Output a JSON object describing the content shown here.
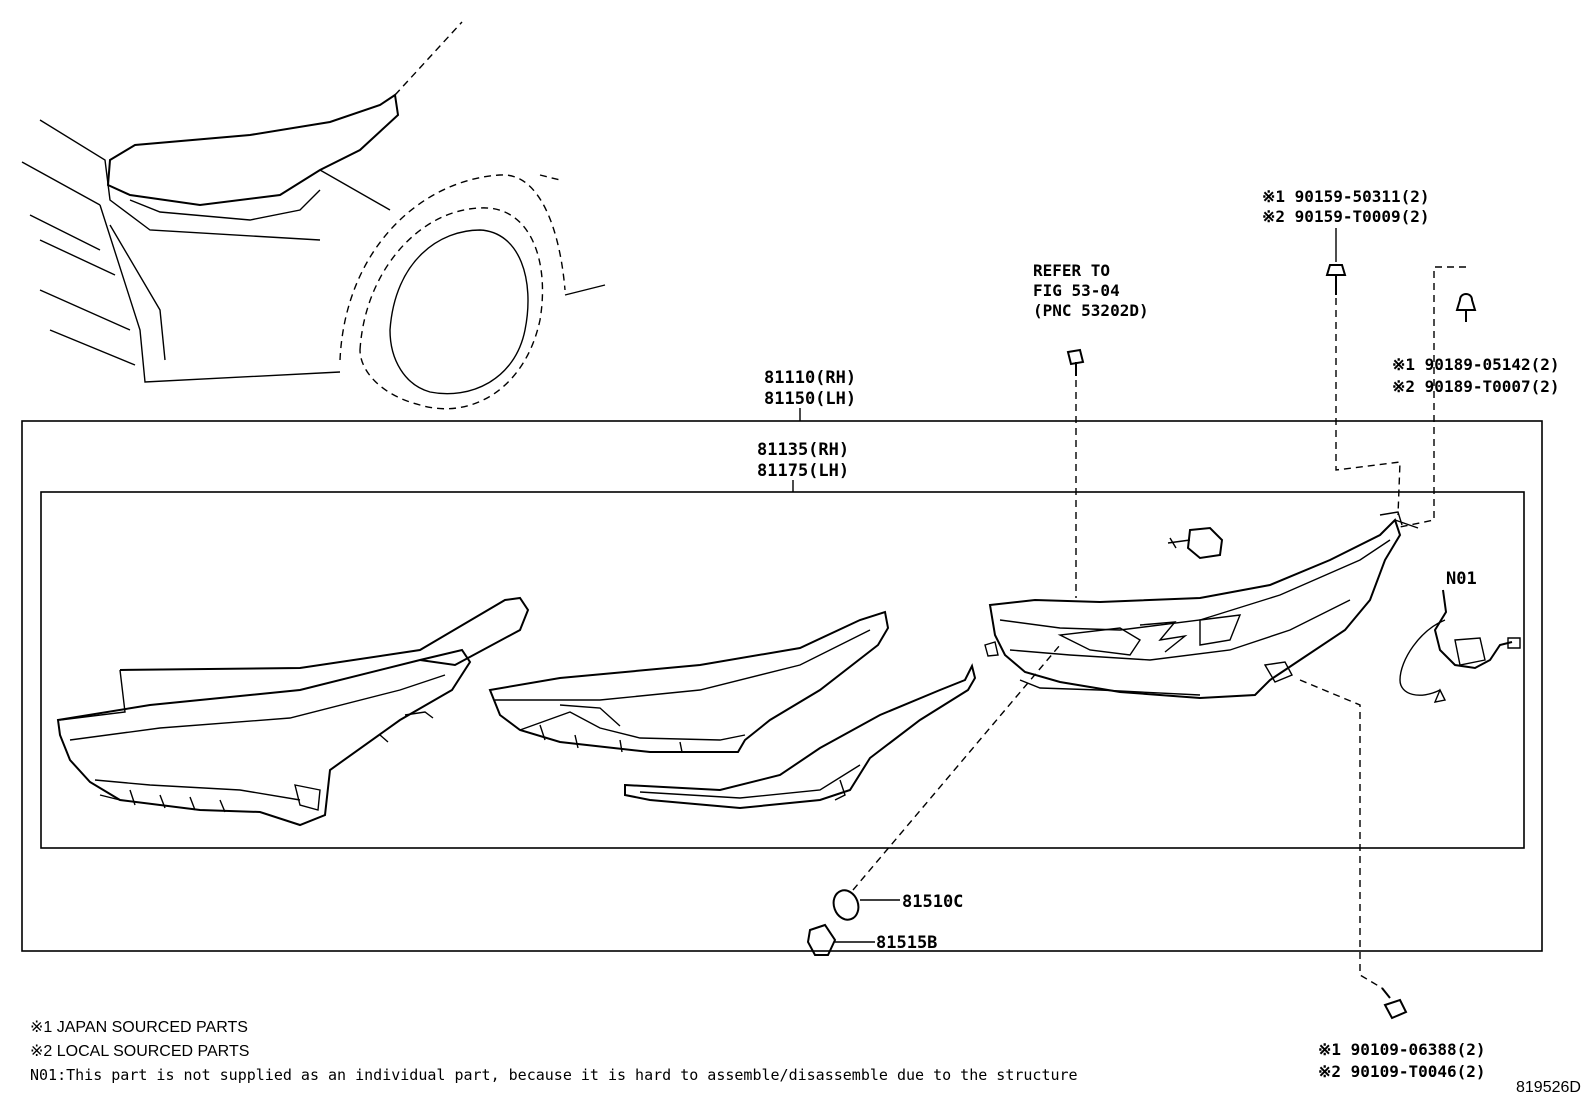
{
  "callouts": {
    "assy_top": [
      "81110(RH)",
      "81150(LH)"
    ],
    "unit_inner": [
      "81135(RH)",
      "81175(LH)"
    ],
    "refer": [
      "REFER TO",
      "FIG 53-04",
      "(PNC 53202D)"
    ],
    "screw_top": [
      "※1 90159-50311(2)",
      "※2 90159-T0009(2)"
    ],
    "nut_right": [
      "※1 90189-05142(2)",
      "※2 90189-T0007(2)"
    ],
    "bolt_bottom": [
      "※1 90109-06388(2)",
      "※2 90109-T0046(2)"
    ],
    "n01": "N01",
    "bulb": "81510C",
    "socket": "81515B"
  },
  "notes": {
    "note1": "※1 JAPAN SOURCED PARTS",
    "note2": "※2 LOCAL SOURCED PARTS",
    "note3": "N01:This part is not supplied as an individual part, because it is hard to assemble/disassemble due to the structure"
  },
  "figure_id": "819526D"
}
